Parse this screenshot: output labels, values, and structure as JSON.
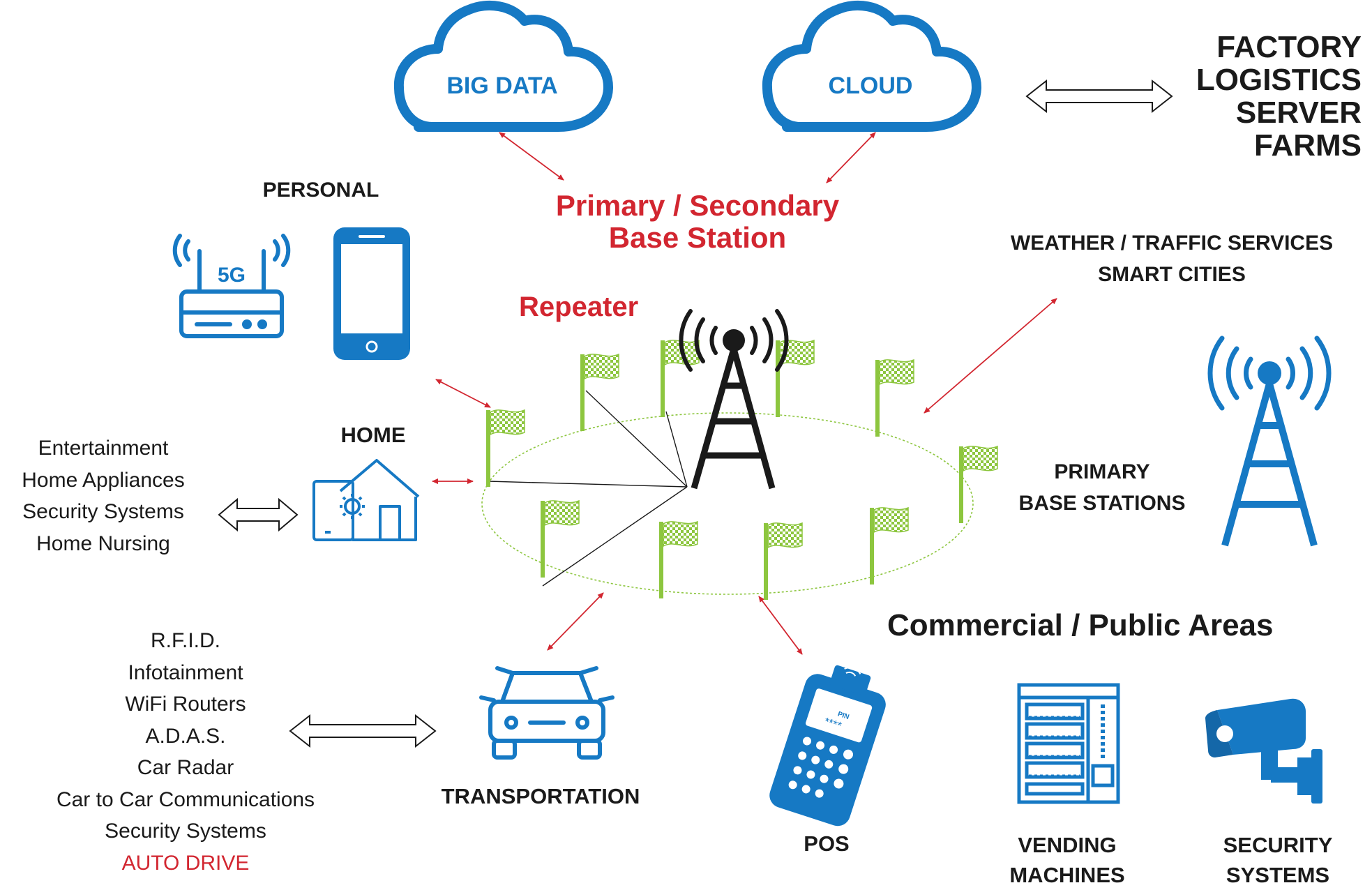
{
  "colors": {
    "blue": "#1679c4",
    "red": "#d22630",
    "green": "#8dc63f",
    "dark": "#1a1a1a"
  },
  "clouds": {
    "big_data": "BIG DATA",
    "cloud": "CLOUD"
  },
  "factory": {
    "lines": [
      "FACTORY",
      "LOGISTICS",
      "SERVER",
      "FARMS"
    ]
  },
  "base_station": {
    "line1": "Primary / Secondary",
    "line2": "Base Station"
  },
  "repeater": "Repeater",
  "personal": {
    "label": "PERSONAL",
    "router_badge": "5G"
  },
  "weather": {
    "line1": "WEATHER / TRAFFIC SERVICES",
    "line2": "SMART CITIES"
  },
  "home": {
    "label": "HOME",
    "items": [
      "Entertainment",
      "Home Appliances",
      "Security Systems",
      "Home Nursing"
    ]
  },
  "primary_base": {
    "line1": "PRIMARY",
    "line2": "BASE STATIONS"
  },
  "commercial": "Commercial / Public Areas",
  "transportation": {
    "label": "TRANSPORTATION",
    "items": [
      "R.F.I.D.",
      "Infotainment",
      "WiFi Routers",
      "A.D.A.S.",
      "Car Radar",
      "Car to Car Communications",
      "Security Systems"
    ],
    "highlight": "AUTO DRIVE"
  },
  "pos": {
    "label": "POS",
    "screen_top": "PIN",
    "screen_code": "****"
  },
  "vending": {
    "line1": "VENDING",
    "line2": "MACHINES"
  },
  "security": {
    "line1": "SECURITY",
    "line2": "SYSTEMS"
  },
  "icons": [
    "cloud-icon",
    "router-icon",
    "smartphone-icon",
    "cell-tower-icon",
    "flag-icon",
    "smart-home-icon",
    "car-icon",
    "pos-terminal-icon",
    "vending-machine-icon",
    "security-camera-icon",
    "double-arrow-icon"
  ]
}
